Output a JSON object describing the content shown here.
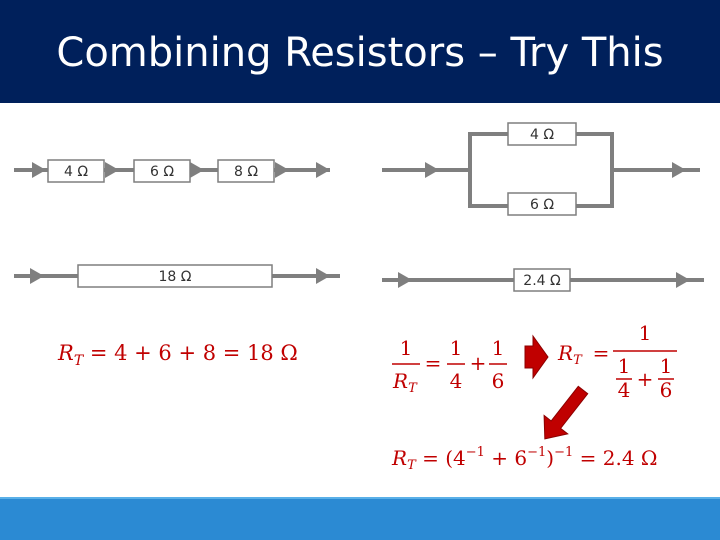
{
  "slide": {
    "title": "Combining Resistors – Try This",
    "colors": {
      "header": "#00205b",
      "footer": "#2b8ad3",
      "footer_line": "#5ab0e8",
      "wire": "#7f7f7f",
      "formula": "#c00000",
      "arrow": "#c00000"
    }
  },
  "series_circuit": {
    "resistors": [
      "4 Ω",
      "6 Ω",
      "8 Ω"
    ],
    "equivalent": "18 Ω"
  },
  "parallel_circuit": {
    "resistors": [
      "4 Ω",
      "6 Ω"
    ],
    "equivalent": "2.4 Ω"
  },
  "formulas": {
    "series": {
      "lhs_var": "R",
      "lhs_sub": "T",
      "rhs": " = 4 + 6 + 8 = 18 Ω"
    },
    "parallel": {
      "one": "1",
      "r": "R",
      "t": "T",
      "equals": "=",
      "plus": "+",
      "four": "4",
      "six": "6",
      "final_rhs_open": " = (4",
      "exp": "−1",
      "final_plus": " + 6",
      "final_close": ")",
      "final_value": " = 2.4 Ω"
    }
  }
}
